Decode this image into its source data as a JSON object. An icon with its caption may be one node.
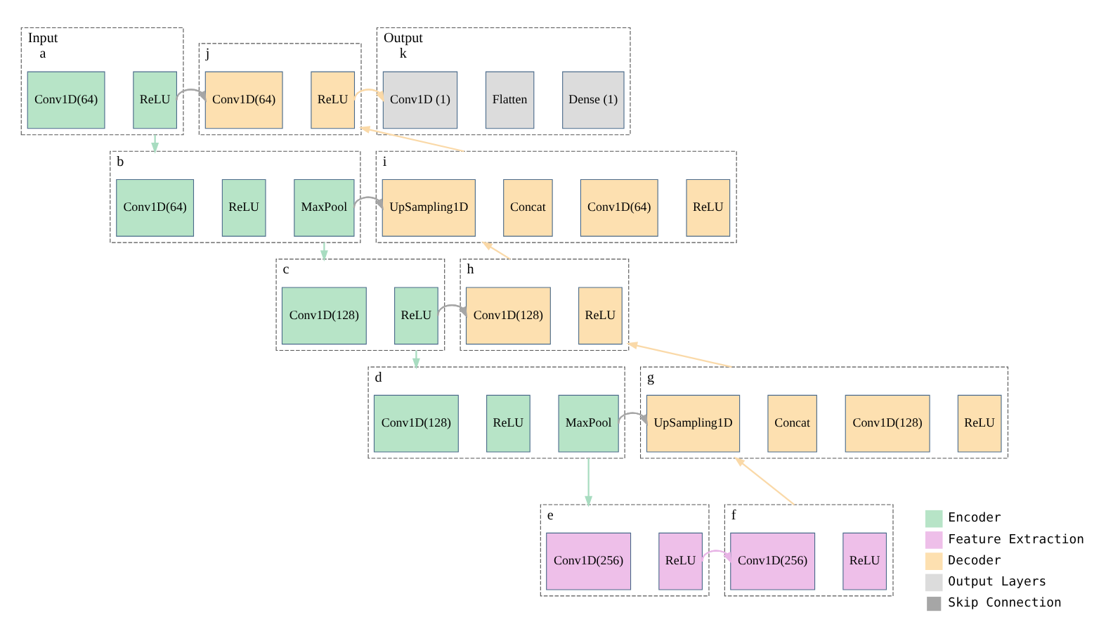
{
  "diagram": {
    "nodes": [
      {
        "text": [
          "Input"
        ],
        "beside": [
          "a"
        ]
      },
      {
        "text": [
          "Conv1D(64)"
        ],
        "in": 0
      },
      {
        "text": [
          "ReLU"
        ],
        "in": 0
      },
      {
        "text": [],
        "shape": "box",
        "beside": [
          "b"
        ]
      },
      {
        "text": [
          "Conv1D(64)"
        ],
        "in": 3
      },
      {
        "text": [
          "ReLU"
        ],
        "in": 3
      },
      {
        "text": [
          "MaxPool"
        ],
        "in": 3
      },
      {
        "text": [],
        "shape": "box",
        "beside": [
          "c"
        ]
      },
      {
        "text": [
          "Conv1D(128)"
        ],
        "in": 7
      },
      {
        "text": [
          "ReLU"
        ],
        "in": 7
      },
      {
        "text": [],
        "shape": "box",
        "beside": [
          "d"
        ]
      },
      {
        "text": [
          "Conv1D(128)"
        ],
        "in": 10
      },
      {
        "text": [
          "ReLU"
        ],
        "in": 10
      },
      {
        "text": [
          "MaxPool"
        ],
        "in": 10
      },
      {
        "text": [],
        "shape": "box",
        "beside": [
          "e"
        ]
      },
      {
        "text": [
          "Conv1D(256)"
        ],
        "in": 14
      },
      {
        "text": [
          "ReLU"
        ],
        "in": 14
      },
      {
        "text": [],
        "shape": "box",
        "beside": [
          "f"
        ]
      },
      {
        "text": [
          "Conv1D(256)"
        ],
        "in": 17
      },
      {
        "text": [
          "ReLU"
        ],
        "in": 17
      },
      {
        "text": [],
        "shape": "box",
        "beside": [
          "g"
        ]
      },
      {
        "text": [
          "UpSampling1D"
        ],
        "in": 20
      },
      {
        "text": [
          "Concat"
        ],
        "in": 20
      },
      {
        "text": [
          "Conv1D(128)"
        ],
        "in": 20
      },
      {
        "text": [
          "ReLU"
        ],
        "in": 20
      },
      {
        "text": [],
        "shape": "box",
        "beside": [
          "h"
        ]
      },
      {
        "text": [
          "Conv1D(128)"
        ],
        "in": 25
      },
      {
        "text": [
          "ReLU"
        ],
        "in": 25
      },
      {
        "text": [],
        "shape": "box",
        "beside": [
          "i"
        ]
      },
      {
        "text": [
          "UpSampling1D"
        ],
        "in": 28
      },
      {
        "text": [
          "Concat"
        ],
        "in": 28
      },
      {
        "text": [
          "Conv1D(64)"
        ],
        "in": 28
      },
      {
        "text": [
          "ReLU"
        ],
        "in": 28
      },
      {
        "text": [],
        "shape": "box",
        "beside": [
          "j"
        ]
      },
      {
        "text": [
          "Conv1D(64)"
        ],
        "in": 33
      },
      {
        "text": [
          "ReLU"
        ],
        "in": 33
      },
      {
        "text": [
          "Output"
        ],
        "beside": [
          "k"
        ]
      },
      {
        "text": [
          "Conv1D (1)"
        ],
        "in": 36
      },
      {
        "text": [
          "Flatten"
        ],
        "in": 36
      },
      {
        "text": [
          "Dense (1)"
        ],
        "in": 36
      }
    ],
    "edges": [
      {
        "from": 0,
        "to": 3,
        "arrow": "to",
        "color": "#a8dcc0"
      },
      {
        "from": 3,
        "to": 7,
        "arrow": "to",
        "color": "#a8dcc0"
      },
      {
        "from": 7,
        "to": 10,
        "arrow": "to",
        "color": "#a8dcc0"
      },
      {
        "from": 10,
        "to": 14,
        "arrow": "to",
        "color": "#a8dcc0"
      },
      {
        "from": 14,
        "to": 17,
        "arrow": "to",
        "color": "#e8b4e6"
      },
      {
        "from": 17,
        "to": 20,
        "arrow": "to",
        "color": "#fad9a8"
      },
      {
        "from": 20,
        "to": 25,
        "arrow": "to",
        "color": "#fad9a8"
      },
      {
        "from": 25,
        "to": 28,
        "arrow": "to",
        "color": "#fad9a8"
      },
      {
        "from": 28,
        "to": 33,
        "arrow": "to",
        "color": "#fad9a8"
      },
      {
        "from": 33,
        "to": 36,
        "arrow": "to",
        "color": "#fad9a8"
      },
      {
        "from": 0,
        "to": 33,
        "arrow": "to"
      },
      {
        "from": 3,
        "to": 28,
        "arrow": "to"
      },
      {
        "from": 7,
        "to": 25,
        "arrow": "to"
      },
      {
        "from": 10,
        "to": 20,
        "arrow": "to"
      }
    ],
    "legend": [
      {
        "text": "Encoder",
        "color": "#b7e4c7"
      },
      {
        "text": "Feature Extraction",
        "color": "#eebfe9"
      },
      {
        "text": "Decoder",
        "color": "#fde0b0"
      },
      {
        "text": "Output Layers",
        "color": "#dcdcdc"
      },
      {
        "text": "Skip Connection"
      }
    ]
  }
}
